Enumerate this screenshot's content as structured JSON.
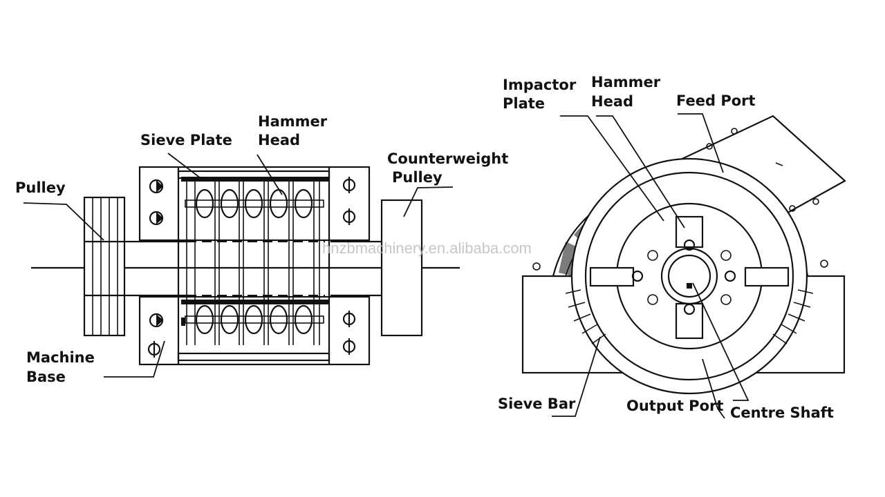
{
  "labels": {
    "pulley": "Pulley",
    "sieve_plate": "Sieve Plate",
    "hammer_head_left_1": "Hammer",
    "hammer_head_left_2": "Head",
    "counterweight_1": "Counterweight",
    "counterweight_2": "Pulley",
    "machine_base_1": "Machine",
    "machine_base_2": "Base",
    "impactor_plate_1": "Impactor",
    "impactor_plate_2": "Plate",
    "hammer_head_right_1": "Hammer",
    "hammer_head_right_2": "Head",
    "feed_port": "Feed Port",
    "sieve_bar": "Sieve Bar",
    "output_port": "Output Port",
    "centre_shaft": "Centre Shaft"
  },
  "watermark": "hnzbmachinery.en.alibaba.com"
}
